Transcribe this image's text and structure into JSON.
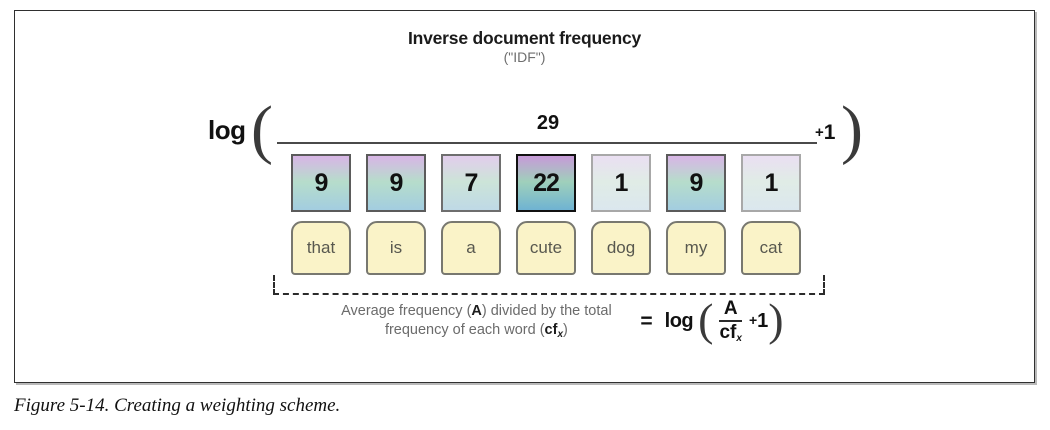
{
  "figure": {
    "title": "Inverse document frequency",
    "subtitle": "(\"IDF\")",
    "caption": "Figure 5-14. Creating a weighting scheme."
  },
  "formula": {
    "log_label": "log",
    "paren_open": "(",
    "paren_close": ")",
    "numerator": "29",
    "plus_sign": "+",
    "plus_operand": "1",
    "equals": "="
  },
  "mini_formula": {
    "log_label": "log",
    "paren_open": "(",
    "paren_close": ")",
    "numerator": "A",
    "denominator": "cf",
    "denominator_subscript": "x",
    "plus_sign": "+",
    "plus_operand": "1"
  },
  "explanation": {
    "line1_pre": "Average frequency (",
    "line1_bold": "A",
    "line1_post": ") divided by the",
    "line2_pre": "total frequency of each word (",
    "line2_bold": "cf",
    "line2_sub": "x",
    "line2_post": ")"
  },
  "colors": {
    "frame_border": "#2f2f2f",
    "title_text": "#1b1b1b",
    "subtitle_text": "#6e6e6e",
    "word_box_fill": "#faf3c8",
    "word_box_border": "#787870",
    "word_box_text": "#58584f",
    "bracket": "#2b2b2b",
    "explanation_text": "#6b6b6b"
  },
  "chart_data": {
    "type": "bar",
    "title": "Inverse document frequency",
    "subtitle": "(\"IDF\")",
    "xlabel": "",
    "ylabel": "",
    "categories": [
      "that",
      "is",
      "a",
      "cute",
      "dog",
      "my",
      "cat"
    ],
    "values": [
      9,
      9,
      7,
      22,
      1,
      9,
      1
    ],
    "average_frequency": 29,
    "legend": [],
    "grid": false,
    "annotations": [
      "log ( 29 / cf_x + 1 )",
      "Average frequency (A) divided by the total frequency of each word (cf_x)",
      "= log ( A / cf_x + 1 )"
    ]
  },
  "cells": [
    {
      "value": "9",
      "word": "that",
      "weight_class": "w-mid"
    },
    {
      "value": "9",
      "word": "is",
      "weight_class": "w-mid"
    },
    {
      "value": "7",
      "word": "a",
      "weight_class": "w-midlow"
    },
    {
      "value": "22",
      "word": "cute",
      "weight_class": "w-high"
    },
    {
      "value": "1",
      "word": "dog",
      "weight_class": "w-low"
    },
    {
      "value": "9",
      "word": "my",
      "weight_class": "w-mid"
    },
    {
      "value": "1",
      "word": "cat",
      "weight_class": "w-low"
    }
  ]
}
